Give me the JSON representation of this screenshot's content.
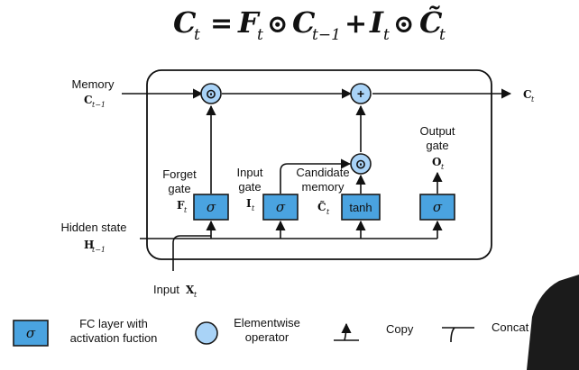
{
  "equation": {
    "C": "C",
    "sub_t": "t",
    "eq": "=",
    "F": "F",
    "odot": "⊙",
    "sub_t_minus_1": "t−1",
    "plus": "+",
    "I": "I",
    "C_tilde": "C̃"
  },
  "inputs": {
    "memory_label": "Memory",
    "memory_symbol": "C",
    "memory_sub": "t−1",
    "hidden_label": "Hidden state",
    "hidden_symbol": "H",
    "hidden_sub": "t−1",
    "input_label": "Input",
    "input_symbol": "X",
    "input_sub": "t"
  },
  "output": {
    "symbol": "C",
    "sub": "t"
  },
  "gates": {
    "forget": {
      "line1": "Forget",
      "line2": "gate",
      "symbol": "F",
      "sub": "t",
      "box": "σ"
    },
    "input": {
      "line1": "Input",
      "line2": "gate",
      "symbol": "I",
      "sub": "t",
      "box": "σ"
    },
    "candidate": {
      "line1": "Candidate",
      "line2": "memory",
      "symbol": "C̃",
      "sub": "t",
      "box": "tanh"
    },
    "output": {
      "line1": "Output",
      "line2": "gate",
      "symbol": "O",
      "sub": "t",
      "box": "σ"
    }
  },
  "operators": {
    "elementwise_mult": "⊙",
    "elementwise_add": "+"
  },
  "legend": {
    "fc_symbol": "σ",
    "fc_line1": "FC layer with",
    "fc_line2": "activation fuction",
    "elem_line1": "Elementwise",
    "elem_line2": "operator",
    "copy": "Copy",
    "concat": "Concat"
  },
  "colors": {
    "box": "#4aa3e0",
    "circle": "#a9d3f7",
    "line": "#111111"
  }
}
